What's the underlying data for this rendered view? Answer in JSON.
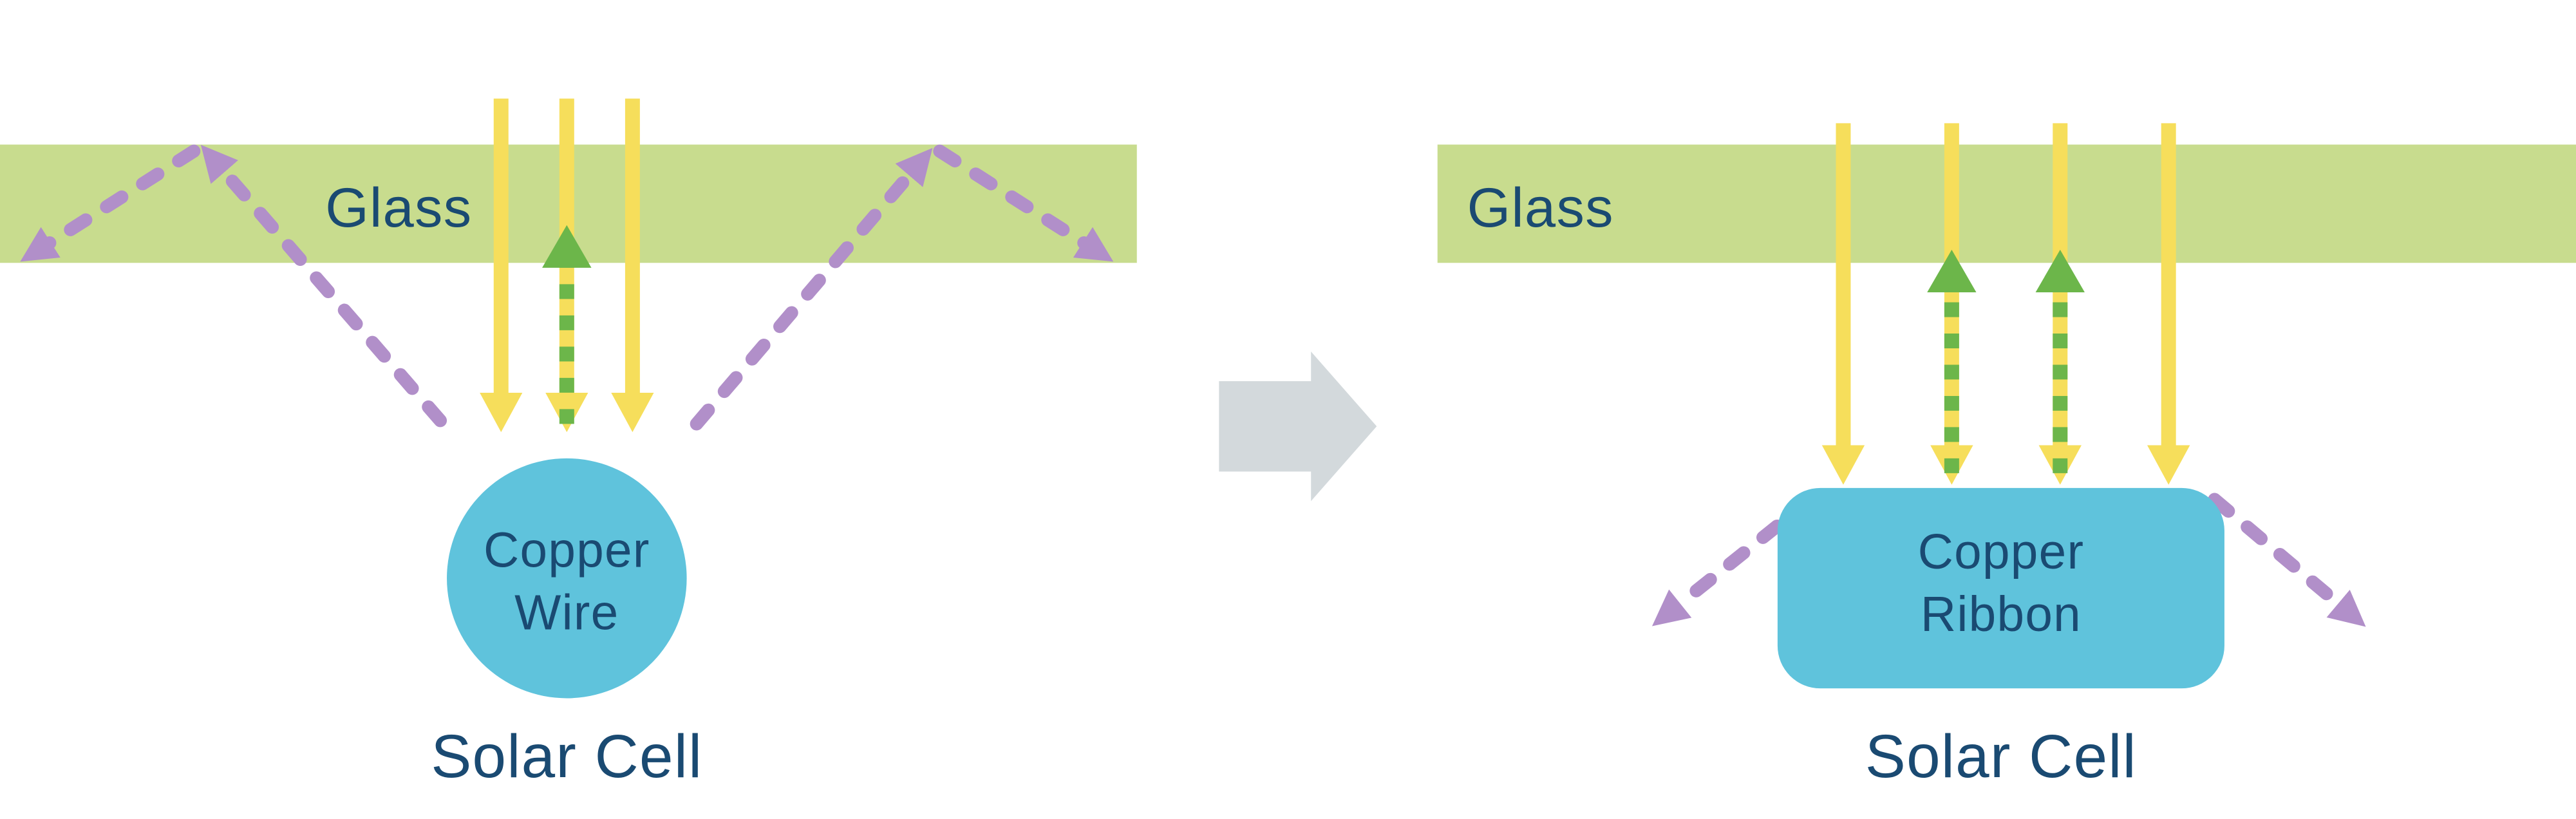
{
  "diagram": {
    "title": "Copper wire vs copper ribbon light capture in a solar cell",
    "before": {
      "glass_label": "Glass",
      "conductor_label_line1": "Copper",
      "conductor_label_line2": "Wire",
      "cell_label": "Solar Cell",
      "incident_ray_count": 3,
      "reflected_ray_count": 1,
      "lost_light_path_count": 2
    },
    "after": {
      "glass_label": "Glass",
      "conductor_label_line1": "Copper",
      "conductor_label_line2": "Ribbon",
      "cell_label": "Solar Cell",
      "incident_ray_count": 4,
      "reflected_ray_count": 2,
      "lost_light_path_count": 2
    },
    "colors": {
      "glass": "#c8dc8e",
      "sunlight_arrow": "#f6de5b",
      "reflected_arrow": "#6cb64a",
      "lost_light_arrow": "#b18fc9",
      "conductor": "#5fc3dc",
      "label_text": "#1a4a72",
      "transition_arrow": "#d3d9dc"
    },
    "icons": {
      "sunlight_arrow": "downward-yellow-arrow",
      "reflected_arrow": "upward-green-dashed-arrow",
      "lost_light_arrow": "purple-dashed-scatter-arrow",
      "transition_arrow": "right-gray-block-arrow"
    }
  }
}
